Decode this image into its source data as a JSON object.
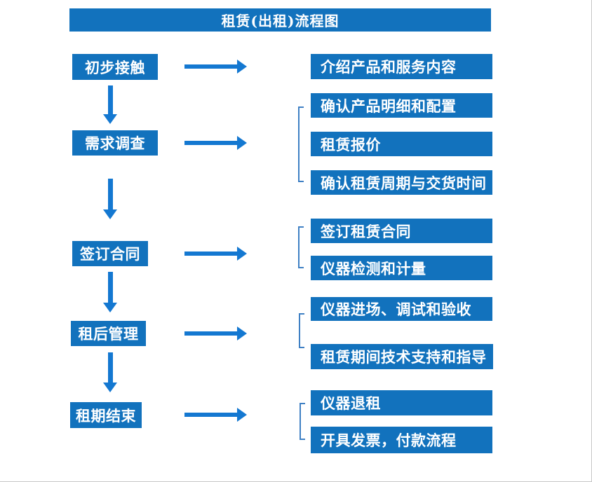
{
  "title": "租赁(出租)流程图",
  "colors": {
    "box_blue": "#1272BD",
    "arrow_blue": "#1478D1",
    "bracket_blue": "#3F80C4",
    "text_white": "#FFFFFF",
    "background": "#FFFFFF"
  },
  "flow": {
    "steps": [
      {
        "label": "初步接触",
        "details": [
          "介绍产品和服务内容"
        ]
      },
      {
        "label": "需求调查",
        "details": [
          "确认产品明细和配置",
          "租赁报价",
          "确认租赁周期与交货时间"
        ]
      },
      {
        "label": "签订合同",
        "details": [
          "签订租赁合同",
          "仪器检测和计量"
        ]
      },
      {
        "label": "租后管理",
        "details": [
          "仪器进场、调试和验收",
          "租赁期间技术支持和指导"
        ]
      },
      {
        "label": "租期结束",
        "details": [
          "仪器退租",
          "开具发票，付款流程"
        ]
      }
    ]
  }
}
